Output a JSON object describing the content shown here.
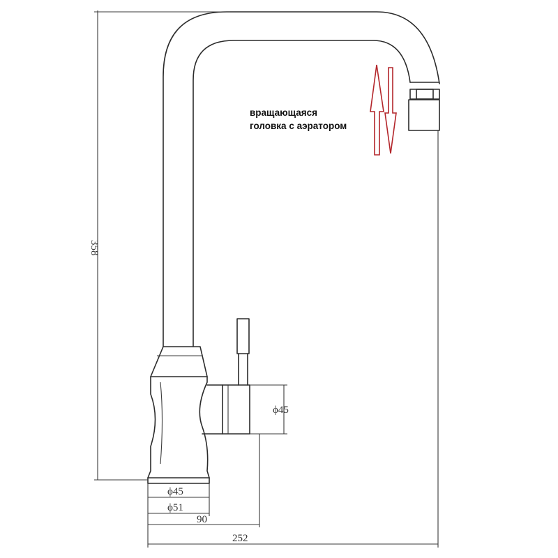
{
  "annotation": {
    "line1": "вращающаяся",
    "line2": "головка с аэратором"
  },
  "dimensions": {
    "height_total": "358",
    "handle_diameter": "ϕ45",
    "base_inner_diameter": "ϕ45",
    "base_outer_diameter": "ϕ51",
    "handle_offset": "90",
    "spout_reach": "252"
  },
  "colors": {
    "outline": "#2b2b2b",
    "rotation_arrows": "#b3262b"
  }
}
